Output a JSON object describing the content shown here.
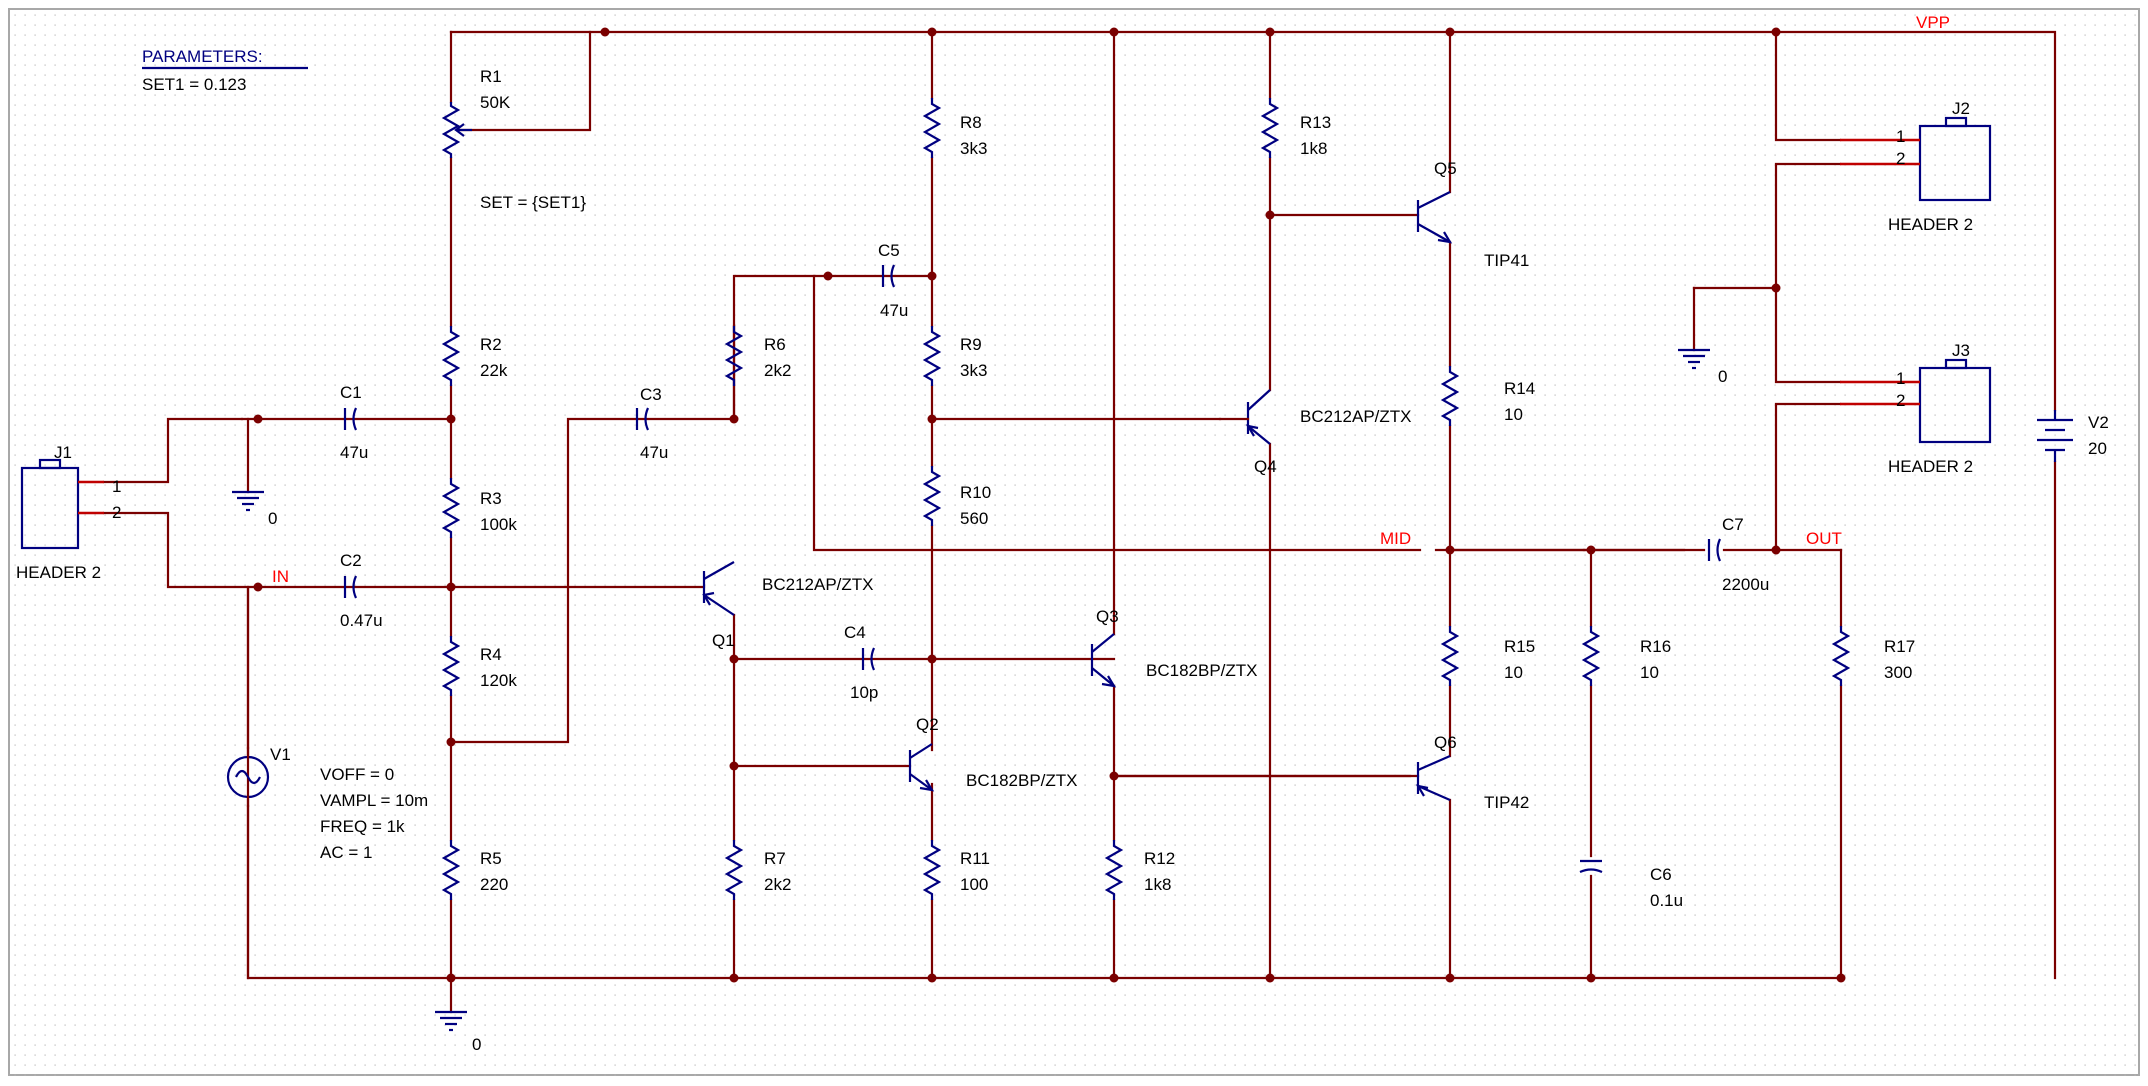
{
  "parameters": {
    "title": "PARAMETERS:",
    "set1": "SET1 = 0.123"
  },
  "components": {
    "R1": {
      "name": "R1",
      "value": "50K",
      "extra": "SET = {SET1}"
    },
    "R2": {
      "name": "R2",
      "value": "22k"
    },
    "R3": {
      "name": "R3",
      "value": "100k"
    },
    "R4": {
      "name": "R4",
      "value": "120k"
    },
    "R5": {
      "name": "R5",
      "value": "220"
    },
    "R6": {
      "name": "R6",
      "value": "2k2"
    },
    "R7": {
      "name": "R7",
      "value": "2k2"
    },
    "R8": {
      "name": "R8",
      "value": "3k3"
    },
    "R9": {
      "name": "R9",
      "value": "3k3"
    },
    "R10": {
      "name": "R10",
      "value": "560"
    },
    "R11": {
      "name": "R11",
      "value": "100"
    },
    "R12": {
      "name": "R12",
      "value": "1k8"
    },
    "R13": {
      "name": "R13",
      "value": "1k8"
    },
    "R14": {
      "name": "R14",
      "value": "10"
    },
    "R15": {
      "name": "R15",
      "value": "10"
    },
    "R16": {
      "name": "R16",
      "value": "10"
    },
    "R17": {
      "name": "R17",
      "value": "300"
    },
    "C1": {
      "name": "C1",
      "value": "47u"
    },
    "C2": {
      "name": "C2",
      "value": "0.47u"
    },
    "C3": {
      "name": "C3",
      "value": "47u"
    },
    "C4": {
      "name": "C4",
      "value": "10p"
    },
    "C5": {
      "name": "C5",
      "value": "47u"
    },
    "C6": {
      "name": "C6",
      "value": "0.1u"
    },
    "C7": {
      "name": "C7",
      "value": "2200u"
    },
    "Q1": {
      "name": "Q1",
      "value": "BC212AP/ZTX"
    },
    "Q2": {
      "name": "Q2",
      "value": "BC182BP/ZTX"
    },
    "Q3": {
      "name": "Q3",
      "value": "BC182BP/ZTX"
    },
    "Q4": {
      "name": "Q4",
      "value": "BC212AP/ZTX"
    },
    "Q5": {
      "name": "Q5",
      "value": "TIP41"
    },
    "Q6": {
      "name": "Q6",
      "value": "TIP42"
    },
    "J1": {
      "name": "J1",
      "value": "HEADER 2",
      "pin1": "1",
      "pin2": "2"
    },
    "J2": {
      "name": "J2",
      "value": "HEADER 2",
      "pin1": "1",
      "pin2": "2"
    },
    "J3": {
      "name": "J3",
      "value": "HEADER 2",
      "pin1": "1",
      "pin2": "2"
    },
    "V1": {
      "name": "V1",
      "voff": "VOFF = 0",
      "vampl": "VAMPL = 10m",
      "freq": "FREQ = 1k",
      "ac": "AC = 1"
    },
    "V2": {
      "name": "V2",
      "value": "20"
    }
  },
  "nets": {
    "vpp": "VPP",
    "in": "IN",
    "mid": "MID",
    "out": "OUT",
    "gnd": "0"
  },
  "colors": {
    "wire": "#7a0000",
    "device": "#000080",
    "pin": "#c00000",
    "net_label": "#ff0000",
    "grid_dot": "#b8b8b8"
  }
}
